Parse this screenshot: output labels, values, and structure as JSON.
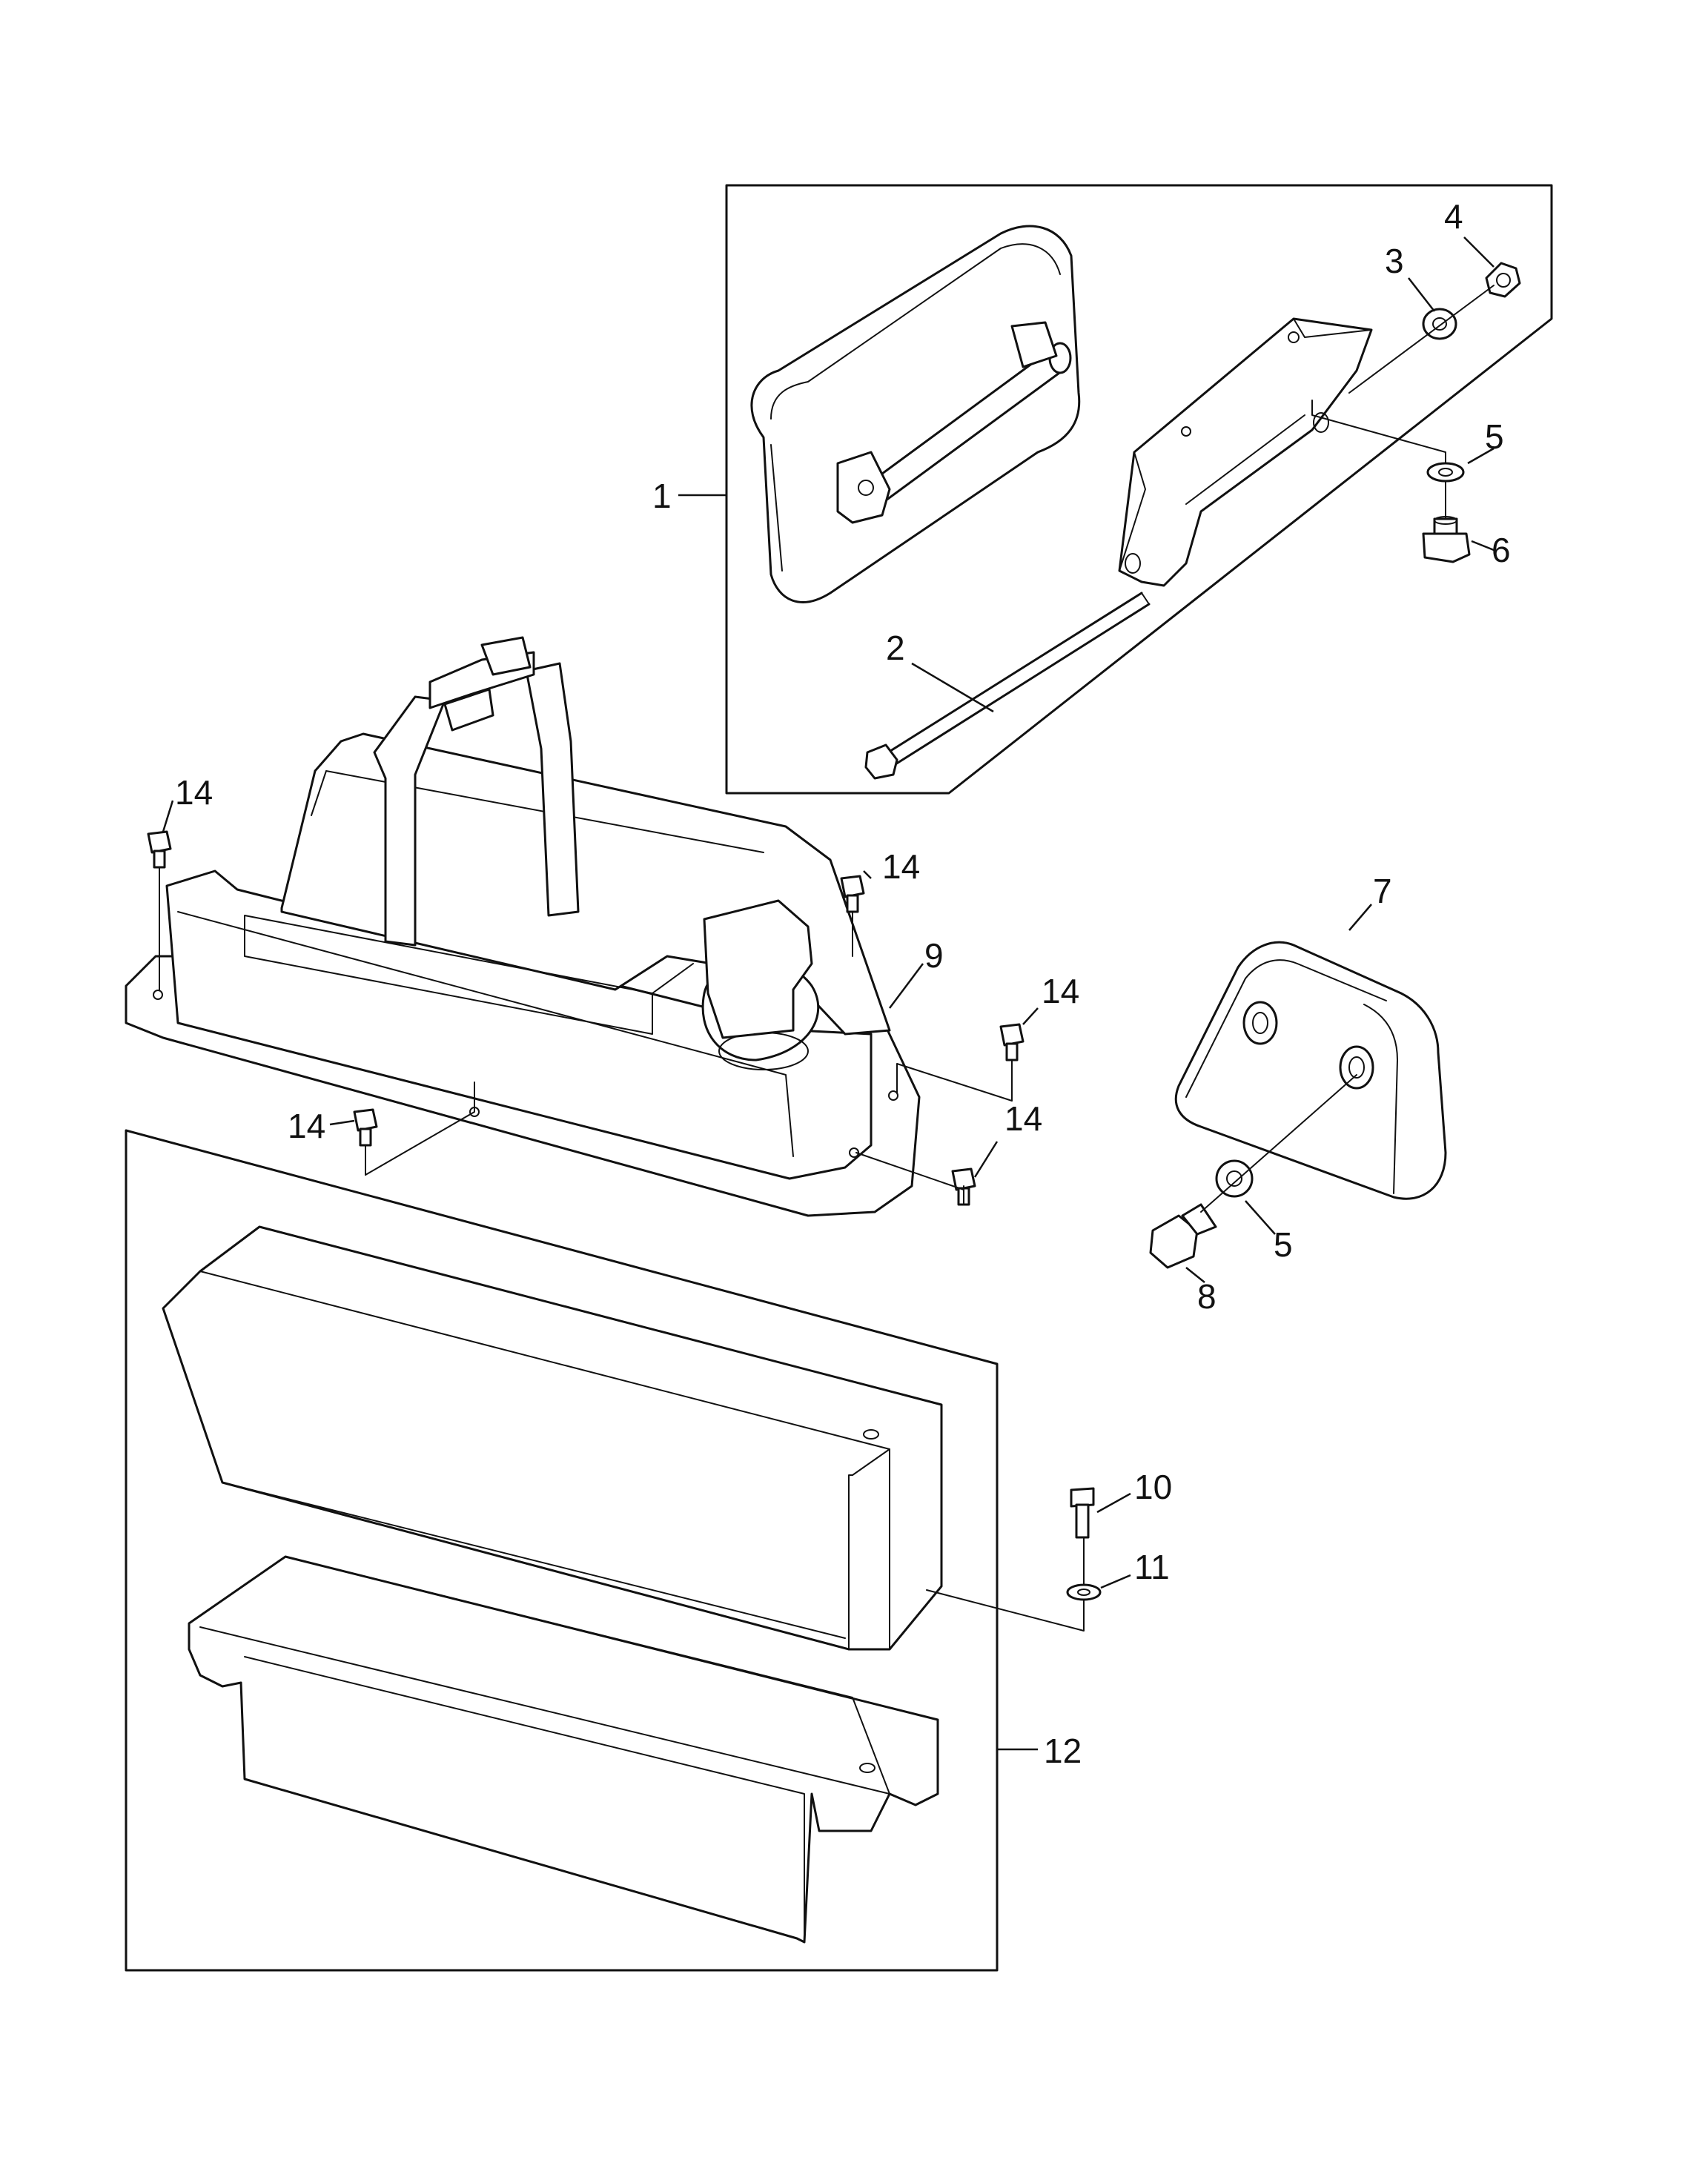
{
  "diagram": {
    "callouts": {
      "c1": "1",
      "c2": "2",
      "c3": "3",
      "c4": "4",
      "c5a": "5",
      "c6": "6",
      "c7": "7",
      "c5b": "5",
      "c8": "8",
      "c9": "9",
      "c10": "10",
      "c11": "11",
      "c12": "12",
      "c14a": "14",
      "c14b": "14",
      "c14c": "14",
      "c14d": "14",
      "c14e": "14"
    }
  }
}
